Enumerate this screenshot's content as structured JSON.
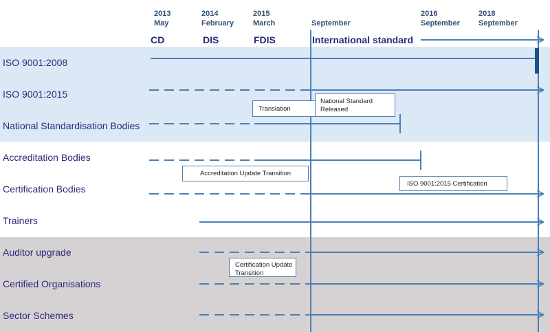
{
  "timeline": {
    "dates": [
      {
        "year": "2013",
        "month": "May"
      },
      {
        "year": "2014",
        "month": "February"
      },
      {
        "year": "2015",
        "month": "March"
      },
      {
        "year": "",
        "month": "September"
      },
      {
        "year": "2016",
        "month": "September"
      },
      {
        "year": "2018",
        "month": "September"
      }
    ],
    "milestones": [
      "CD",
      "DIS",
      "FDIS",
      "International standard"
    ]
  },
  "rows": [
    "ISO 9001:2008",
    "ISO 9001:2015",
    "National Standardisation Bodies",
    "Accreditation Bodies",
    "Certification Bodies",
    "Trainers",
    "Auditor upgrade",
    "Certified Organisations",
    "Sector Schemes"
  ],
  "notes": {
    "translation": "Translation",
    "national_standard": "National Standard Released",
    "accreditation": "Accreditation Update Transition",
    "certification_2015": "ISO 9001:2015 Certification",
    "certification_update": "Certification Update Transition"
  },
  "colors": {
    "line": "#4a7fb5",
    "blue_band": "#dbe8f6",
    "grey_band": "#d6d2d4",
    "label": "#2c2a7a"
  }
}
